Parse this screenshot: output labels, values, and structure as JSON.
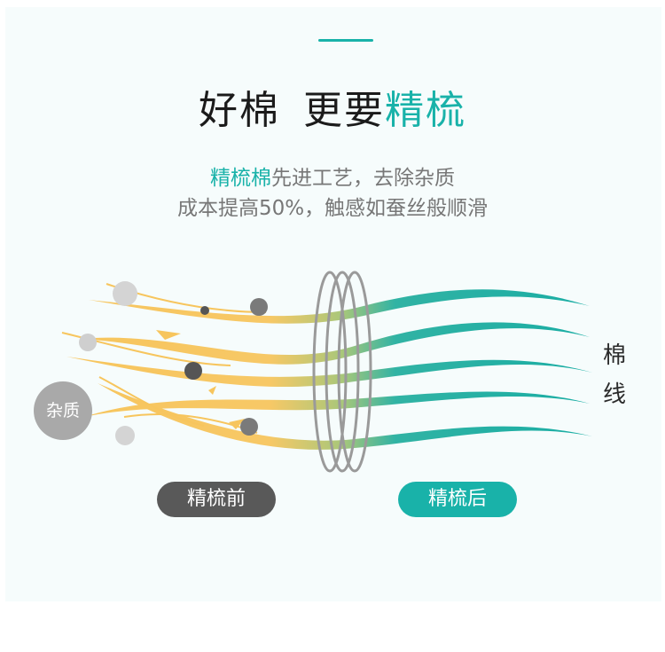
{
  "headline": {
    "part1": "好棉",
    "part2": "更要",
    "accent": "精梳"
  },
  "subtitle": {
    "line1_accent": "精梳棉",
    "line1_rest": "先进工艺，去除杂质",
    "line2": "成本提高50%，触感如蚕丝般顺滑"
  },
  "illustration": {
    "impurity_label": "杂质",
    "side_label_1": "棉",
    "side_label_2": "线",
    "before_label": "精梳前",
    "after_label": "精梳后"
  },
  "colors": {
    "accent": "#19b2a9",
    "before_fiber": "#f7c55d",
    "dark_pill": "#595959",
    "impurity_gray": "#a9a9a9"
  },
  "icons": [
    "fiber-strands-illustration",
    "comb-rings-icon",
    "impurity-dots-icon"
  ]
}
